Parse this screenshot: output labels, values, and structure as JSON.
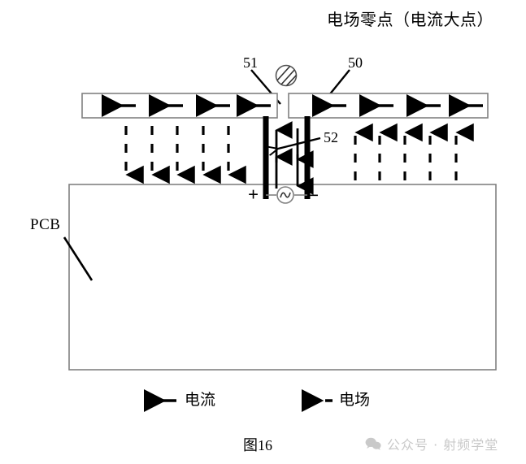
{
  "figure": {
    "caption": "图16",
    "legend_top": {
      "marker_icon": "hatched-circle-icon",
      "label": "电场零点（电流大点）"
    },
    "callouts": [
      {
        "id": "51",
        "label": "51",
        "points_to": "gap-between-traces"
      },
      {
        "id": "50",
        "label": "50",
        "points_to": "right-trace"
      },
      {
        "id": "52",
        "label": "52",
        "points_to": "via-pair"
      }
    ],
    "pcb": {
      "label": "PCB"
    },
    "source": {
      "symbol": "ac-source-icon",
      "plus": "+",
      "minus": "−"
    },
    "traces": {
      "left": {
        "arrow_count": 4,
        "direction": "left"
      },
      "right": {
        "arrow_count": 4,
        "direction": "left"
      }
    },
    "field_arrows": {
      "left": {
        "count": 5,
        "direction": "down",
        "style": "dashed"
      },
      "right": {
        "count": 5,
        "direction": "up",
        "style": "dashed"
      }
    },
    "via_arrows": {
      "left_via": {
        "count": 2,
        "direction": "up"
      },
      "right_via": {
        "count": 2,
        "direction": "down"
      }
    },
    "legend_bottom": [
      {
        "icon": "solid-arrow-left-icon",
        "label": "电流"
      },
      {
        "icon": "dashed-arrow-left-icon",
        "label": "电场"
      }
    ]
  },
  "watermark": {
    "icon": "wechat-icon",
    "text": "公众号 · 射频学堂"
  },
  "colors": {
    "stroke": "#000000",
    "outline": "#808080",
    "watermark": "#c9c9c9",
    "background": "#ffffff"
  }
}
